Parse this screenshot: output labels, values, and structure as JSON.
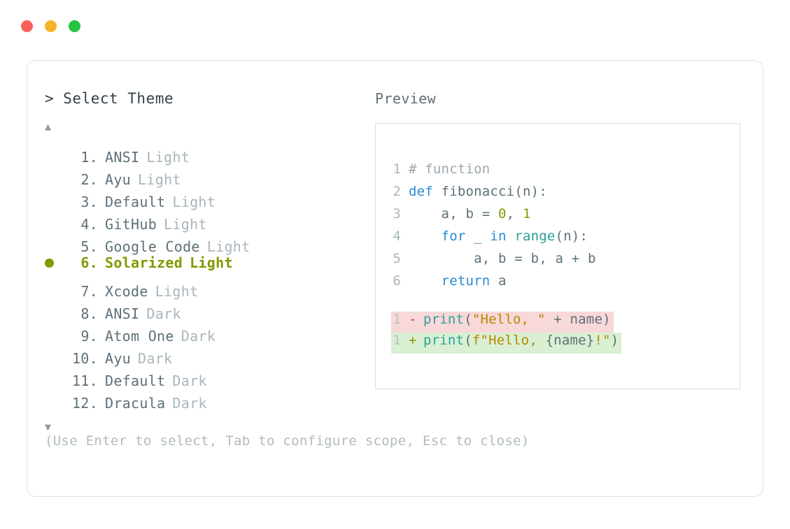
{
  "window": {
    "traffic_lights": [
      {
        "name": "close",
        "color": "#f9615c"
      },
      {
        "name": "minimize",
        "color": "#f6b526"
      },
      {
        "name": "maximize",
        "color": "#27c33f"
      }
    ]
  },
  "picker": {
    "prompt": "> Select Theme",
    "scroll_up_icon": "▲",
    "scroll_down_icon": "▼",
    "selected_index": 6,
    "selected_color": "#869700",
    "items": [
      {
        "index": "1.",
        "name": "ANSI",
        "variant": "Light",
        "selected": false
      },
      {
        "index": "2.",
        "name": "Ayu",
        "variant": "Light",
        "selected": false
      },
      {
        "index": "3.",
        "name": "Default",
        "variant": "Light",
        "selected": false
      },
      {
        "index": "4.",
        "name": "GitHub",
        "variant": "Light",
        "selected": false
      },
      {
        "index": "5.",
        "name": "Google Code",
        "variant": "Light",
        "selected": false
      },
      {
        "index": "6.",
        "name": "Solarized",
        "variant": "Light",
        "selected": true
      },
      {
        "index": "7.",
        "name": "Xcode",
        "variant": "Light",
        "selected": false
      },
      {
        "index": "8.",
        "name": "ANSI",
        "variant": "Dark",
        "selected": false
      },
      {
        "index": "9.",
        "name": "Atom One",
        "variant": "Dark",
        "selected": false
      },
      {
        "index": "10.",
        "name": "Ayu",
        "variant": "Dark",
        "selected": false
      },
      {
        "index": "11.",
        "name": "Default",
        "variant": "Dark",
        "selected": false
      },
      {
        "index": "12.",
        "name": "Dracula",
        "variant": "Dark",
        "selected": false
      }
    ]
  },
  "preview": {
    "label": "Preview",
    "code_lines": [
      {
        "lineno": "1",
        "tokens": [
          {
            "t": "# function",
            "c": "comment"
          }
        ]
      },
      {
        "lineno": "2",
        "tokens": [
          {
            "t": "def ",
            "c": "kw"
          },
          {
            "t": "fibonacci(n):",
            "c": "plain"
          }
        ]
      },
      {
        "lineno": "3",
        "tokens": [
          {
            "t": "    a, b = ",
            "c": "plain"
          },
          {
            "t": "0",
            "c": "num"
          },
          {
            "t": ", ",
            "c": "plain"
          },
          {
            "t": "1",
            "c": "num"
          }
        ]
      },
      {
        "lineno": "4",
        "tokens": [
          {
            "t": "    ",
            "c": "plain"
          },
          {
            "t": "for",
            "c": "kw"
          },
          {
            "t": " _ ",
            "c": "plain"
          },
          {
            "t": "in",
            "c": "kw"
          },
          {
            "t": " ",
            "c": "plain"
          },
          {
            "t": "range",
            "c": "fn"
          },
          {
            "t": "(n):",
            "c": "plain"
          }
        ]
      },
      {
        "lineno": "5",
        "tokens": [
          {
            "t": "        a, b = b, a + b",
            "c": "plain"
          }
        ]
      },
      {
        "lineno": "6",
        "tokens": [
          {
            "t": "    ",
            "c": "plain"
          },
          {
            "t": "return",
            "c": "kw"
          },
          {
            "t": " a",
            "c": "plain"
          }
        ]
      }
    ],
    "diff_lines": [
      {
        "kind": "removed",
        "lineno": "1",
        "sign": "-",
        "bg": "#f8d8d8",
        "tokens": [
          {
            "t": "print",
            "c": "fn"
          },
          {
            "t": "(",
            "c": "plain"
          },
          {
            "t": "\"Hello, \"",
            "c": "str"
          },
          {
            "t": " + name)",
            "c": "plain"
          }
        ]
      },
      {
        "kind": "added",
        "lineno": "1",
        "sign": "+",
        "bg": "#d9f0d3",
        "tokens": [
          {
            "t": "print",
            "c": "fn"
          },
          {
            "t": "(",
            "c": "plain"
          },
          {
            "t": "f\"Hello, ",
            "c": "str"
          },
          {
            "t": "{name}",
            "c": "plain"
          },
          {
            "t": "!\"",
            "c": "str"
          },
          {
            "t": ")",
            "c": "plain"
          }
        ]
      }
    ]
  },
  "footer": {
    "hint": "(Use Enter to select, Tab to configure scope, Esc to close)"
  }
}
